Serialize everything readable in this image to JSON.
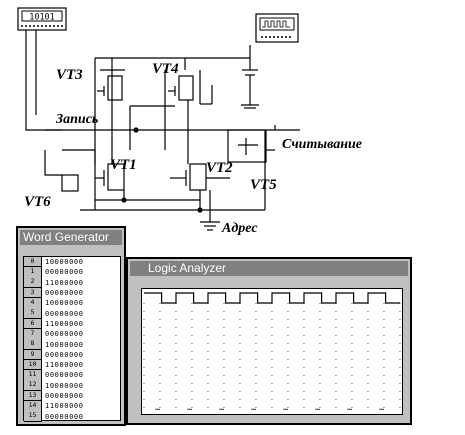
{
  "top_instrument": {
    "display": "10101"
  },
  "labels": {
    "vt3": "VT3",
    "vt4": "VT4",
    "write": "Запись",
    "read": "Считывание",
    "vt1": "VT1",
    "vt2": "VT2",
    "vt5": "VT5",
    "vt6": "VT6",
    "address": "Адрес"
  },
  "word_generator": {
    "title": "Word Generator",
    "rows": [
      {
        "index": "0",
        "value": "10000000"
      },
      {
        "index": "1",
        "value": "00000000"
      },
      {
        "index": "2",
        "value": "11000000"
      },
      {
        "index": "3",
        "value": "00000000"
      },
      {
        "index": "4",
        "value": "10000000"
      },
      {
        "index": "5",
        "value": "00000000"
      },
      {
        "index": "6",
        "value": "11000000"
      },
      {
        "index": "7",
        "value": "00000000"
      },
      {
        "index": "8",
        "value": "10000000"
      },
      {
        "index": "9",
        "value": "00000000"
      },
      {
        "index": "10",
        "value": "11000000"
      },
      {
        "index": "11",
        "value": "00000000"
      },
      {
        "index": "12",
        "value": "10000000"
      },
      {
        "index": "13",
        "value": "00000000"
      },
      {
        "index": "14",
        "value": "11000000"
      },
      {
        "index": "15",
        "value": "00000000"
      }
    ]
  },
  "logic_analyzer": {
    "title": "Logic Analyzer",
    "pulses": 8
  },
  "colors": {
    "window_gray": "#c0c0c0",
    "title_gray": "#808080"
  }
}
